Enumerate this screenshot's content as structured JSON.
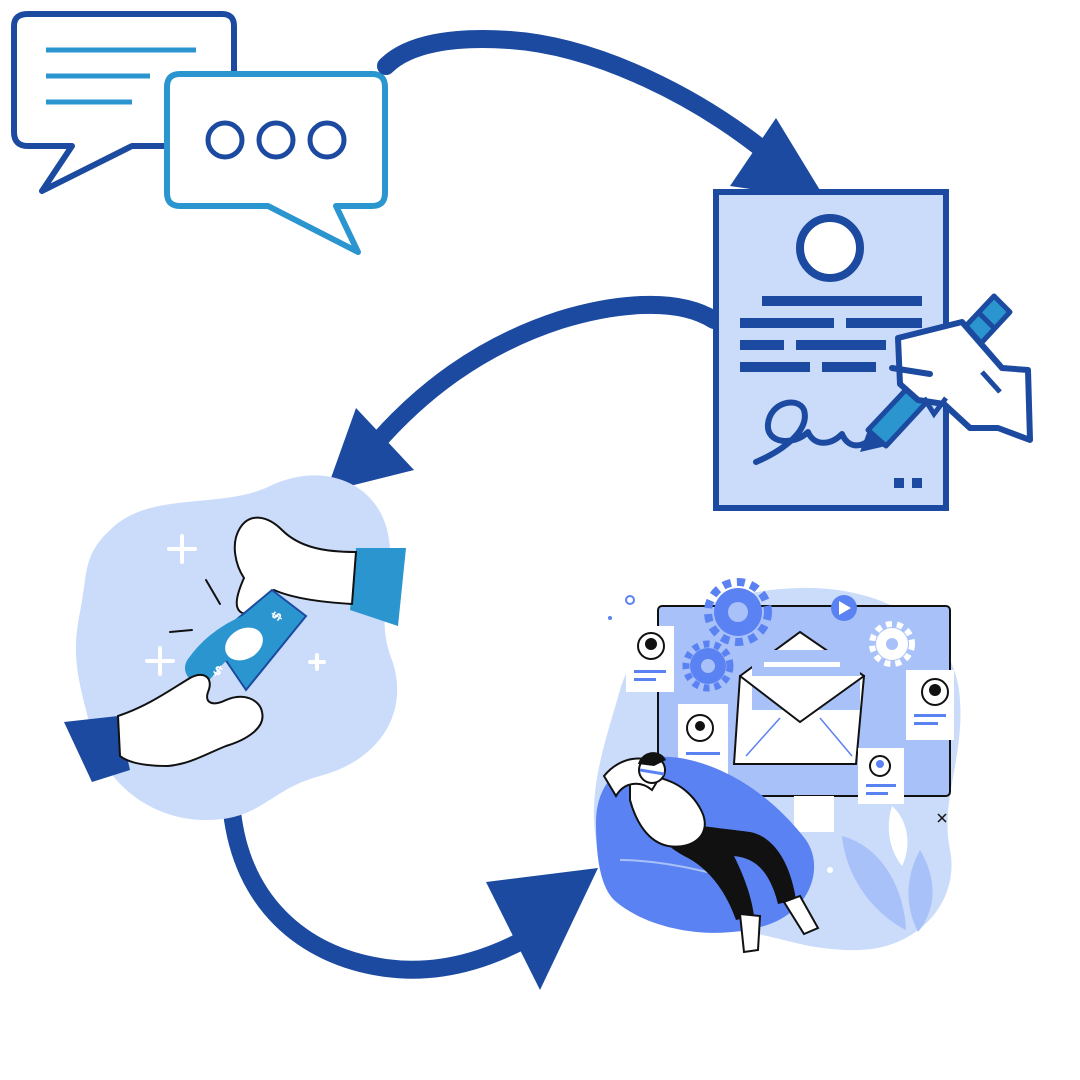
{
  "diagram": {
    "type": "cycle",
    "direction": "clockwise",
    "steps": [
      {
        "id": "chat",
        "icon": "chat-bubbles-icon"
      },
      {
        "id": "contract",
        "icon": "signed-document-icon"
      },
      {
        "id": "payment",
        "icon": "cash-handover-icon"
      },
      {
        "id": "relax",
        "icon": "relaxing-person-email-icon"
      }
    ],
    "connectors": [
      {
        "from": "chat",
        "to": "contract"
      },
      {
        "from": "contract",
        "to": "payment"
      },
      {
        "from": "payment",
        "to": "relax"
      }
    ]
  },
  "colors": {
    "navy": "#1b4aa0",
    "bright_blue": "#2b95d0",
    "pale_blue": "#cbdcfb",
    "mid_blue": "#5b82f2",
    "light_periwinkle": "#a8c1f9",
    "white": "#ffffff",
    "black": "#111111"
  },
  "banknote": {
    "glyph": "$"
  }
}
